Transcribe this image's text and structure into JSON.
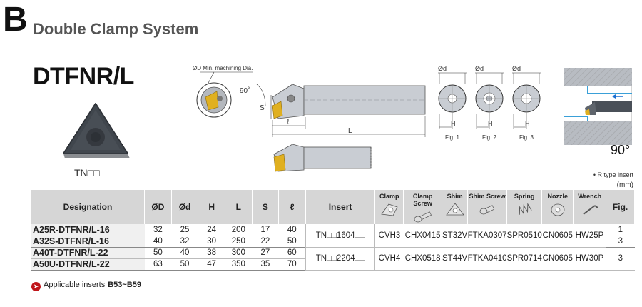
{
  "header": {
    "section_letter": "B",
    "section_title": "Double Clamp System"
  },
  "model": {
    "title": "DTFNR/L",
    "insert_shape": "TN□□"
  },
  "drawing": {
    "min_dia_label": "ØD Min. machining Dia.",
    "angle_label": "90˚",
    "s_label": "S",
    "l_small_label": "ℓ",
    "l_label": "L",
    "d_label": "Ød",
    "h_label": "H",
    "figs": [
      "Fig. 1",
      "Fig. 2",
      "Fig. 3"
    ]
  },
  "machine": {
    "angle": "90°"
  },
  "notes": {
    "rtype": "• R type insert",
    "unit": "(mm)"
  },
  "table": {
    "headers": {
      "designation": "Designation",
      "D": "ØD",
      "d": "Ød",
      "H": "H",
      "L": "L",
      "S": "S",
      "l": "ℓ",
      "insert": "Insert",
      "clamp": "Clamp",
      "clamp_screw": "Clamp Screw",
      "shim": "Shim",
      "shim_screw": "Shim Screw",
      "spring": "Spring",
      "nozzle": "Nozzle",
      "wrench": "Wrench",
      "fig": "Fig."
    },
    "rows": [
      {
        "designation": "A25R-DTFNR/L-16",
        "D": "32",
        "d": "25",
        "H": "24",
        "L": "200",
        "S": "17",
        "l": "40",
        "fig": "1"
      },
      {
        "designation": "A32S-DTFNR/L-16",
        "D": "40",
        "d": "32",
        "H": "30",
        "L": "250",
        "S": "22",
        "l": "50",
        "fig": "3"
      },
      {
        "designation": "A40T-DTFNR/L-22",
        "D": "50",
        "d": "40",
        "H": "38",
        "L": "300",
        "S": "27",
        "l": "60"
      },
      {
        "designation": "A50U-DTFNR/L-22",
        "D": "63",
        "d": "50",
        "H": "47",
        "L": "350",
        "S": "35",
        "l": "70"
      }
    ],
    "groups": [
      {
        "insert": "TN□□1604□□",
        "clamp": "CVH3",
        "clamp_screw": "CHX0415",
        "shim": "ST32V",
        "shim_screw": "FTKA0307",
        "spring": "SPR0510",
        "nozzle": "CN0605",
        "wrench": "HW25P"
      },
      {
        "insert": "TN□□2204□□",
        "clamp": "CVH4",
        "clamp_screw": "CHX0518",
        "shim": "ST44V",
        "shim_screw": "FTKA0410",
        "spring": "SPR0714",
        "nozzle": "CN0605",
        "wrench": "HW30P",
        "fig": "3"
      }
    ]
  },
  "footnote": {
    "text": "Applicable inserts",
    "ref": "B53~B59"
  },
  "colors": {
    "header_bg": "#d6d6d6",
    "arrow": "#c0161b",
    "tool_body": "#c9cdd3",
    "insert_gold": "#e0b020"
  }
}
